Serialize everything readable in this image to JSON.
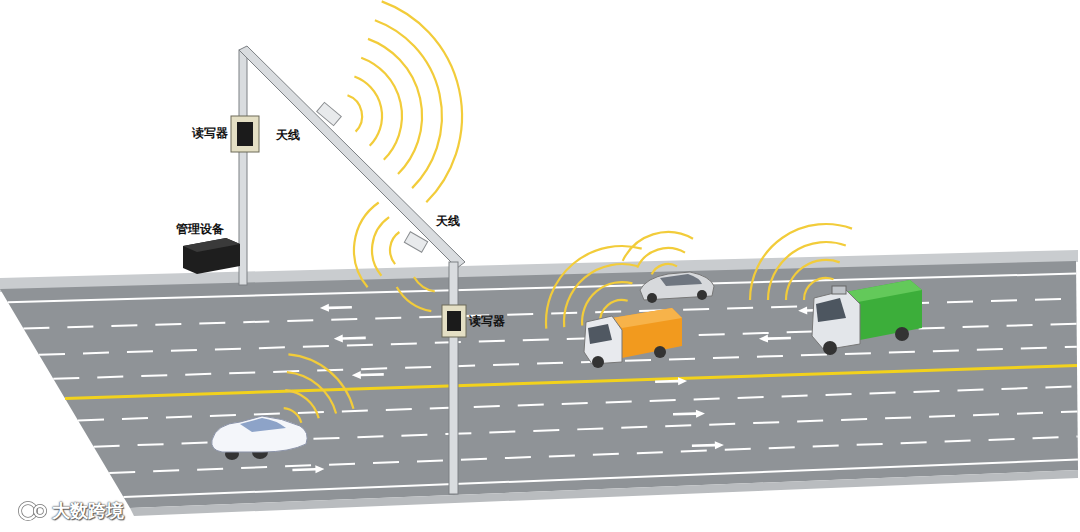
{
  "diagram": {
    "labels": [
      "读写器",
      "天线",
      "管理设备",
      "天线",
      "读写器",
      "大数跨境"
    ]
  }
}
